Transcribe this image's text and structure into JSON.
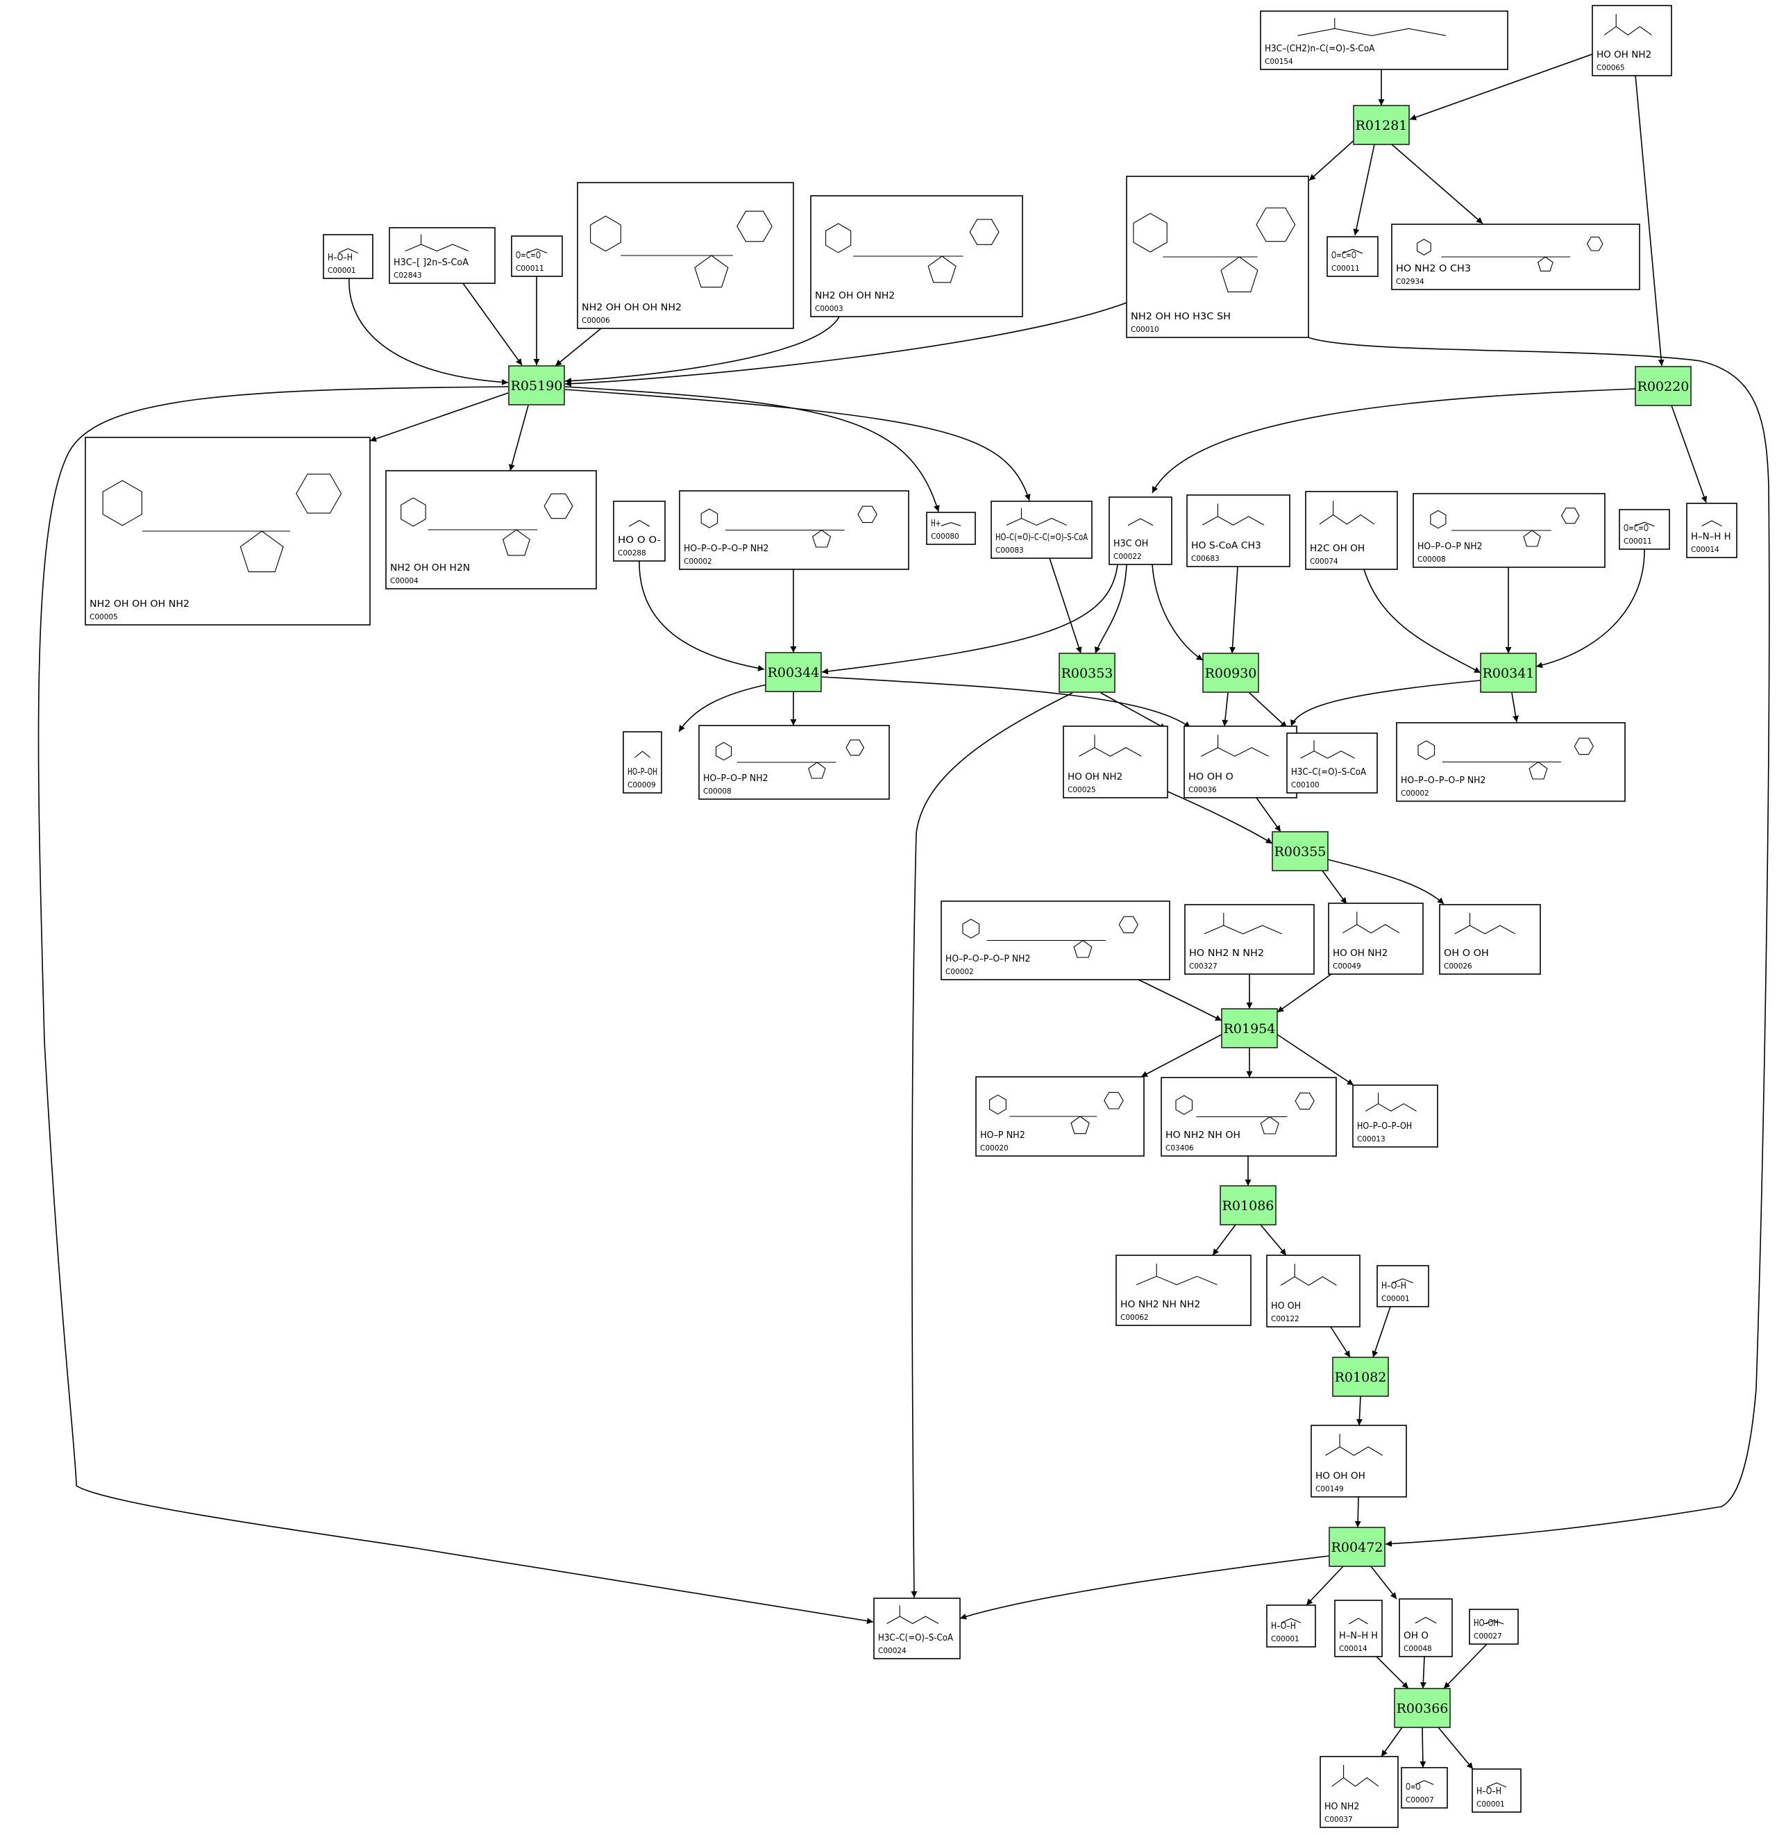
{
  "reactions": [
    {
      "id": "R01281",
      "label": "R01281"
    },
    {
      "id": "R05190",
      "label": "R05190"
    },
    {
      "id": "R00220",
      "label": "R00220"
    },
    {
      "id": "R00344",
      "label": "R00344"
    },
    {
      "id": "R00353",
      "label": "R00353"
    },
    {
      "id": "R00930",
      "label": "R00930"
    },
    {
      "id": "R00341",
      "label": "R00341"
    },
    {
      "id": "R00355",
      "label": "R00355"
    },
    {
      "id": "R01954",
      "label": "R01954"
    },
    {
      "id": "R01086",
      "label": "R01086"
    },
    {
      "id": "R01082",
      "label": "R01082"
    },
    {
      "id": "R00472",
      "label": "R00472"
    },
    {
      "id": "R00366",
      "label": "R00366"
    }
  ],
  "compounds": [
    {
      "key": "c00154",
      "id": "C00154",
      "formula": "H3C–(CH2)n–C(=O)–S-CoA"
    },
    {
      "key": "c00065",
      "id": "C00065",
      "formula": "HO  OH  NH2"
    },
    {
      "key": "c00001_a",
      "id": "C00001",
      "formula": "H–O–H"
    },
    {
      "key": "c02843",
      "id": "C02843",
      "formula": "H3C–[ ]2n–S-CoA"
    },
    {
      "key": "c00011_a",
      "id": "C00011",
      "formula": "O=C=O"
    },
    {
      "key": "c00006",
      "id": "C00006",
      "formula": "NH2  OH  OH  OH  NH2"
    },
    {
      "key": "c00003_a",
      "id": "C00003",
      "formula": "NH2  OH  OH  NH2"
    },
    {
      "key": "c00010",
      "id": "C00010",
      "formula": "NH2  OH  HO  H3C  SH"
    },
    {
      "key": "c00011_b",
      "id": "C00011",
      "formula": "O=C=O"
    },
    {
      "key": "c02934",
      "id": "C02934",
      "formula": "HO  NH2  O  CH3"
    },
    {
      "key": "c00005",
      "id": "C00005",
      "formula": "NH2  OH  OH  OH  NH2"
    },
    {
      "key": "c00004",
      "id": "C00004",
      "formula": "NH2  OH  OH  H2N"
    },
    {
      "key": "c00080",
      "id": "C00080",
      "formula": "H+"
    },
    {
      "key": "c00288",
      "id": "C00288",
      "formula": "HO  O  O-"
    },
    {
      "key": "c00002_a",
      "id": "C00002",
      "formula": "HO–P–O–P–O–P  NH2"
    },
    {
      "key": "c00083",
      "id": "C00083",
      "formula": "HO–C(=O)–C–C(=O)–S-CoA"
    },
    {
      "key": "c00022",
      "id": "C00022",
      "formula": "H3C  OH"
    },
    {
      "key": "c00683",
      "id": "C00683",
      "formula": "HO  S-CoA  CH3"
    },
    {
      "key": "c00074",
      "id": "C00074",
      "formula": "H2C  OH  OH"
    },
    {
      "key": "c00008_a",
      "id": "C00008",
      "formula": "HO–P–O–P  NH2"
    },
    {
      "key": "c00011_c",
      "id": "C00011",
      "formula": "O=C=O"
    },
    {
      "key": "c00014_a",
      "id": "C00014",
      "formula": "H–N–H  H"
    },
    {
      "key": "c00009",
      "id": "C00009",
      "formula": "HO–P–OH"
    },
    {
      "key": "c00008_b",
      "id": "C00008",
      "formula": "HO–P–O–P  NH2"
    },
    {
      "key": "c00025",
      "id": "C00025",
      "formula": "HO  OH  NH2"
    },
    {
      "key": "c00036",
      "id": "C00036",
      "formula": "HO  OH  O"
    },
    {
      "key": "c00100",
      "id": "C00100",
      "formula": "H3C–C(=O)–S-CoA"
    },
    {
      "key": "c00002_b",
      "id": "C00002",
      "formula": "HO–P–O–P–O–P  NH2"
    },
    {
      "key": "c00002_c",
      "id": "C00002",
      "formula": "HO–P–O–P–O–P  NH2"
    },
    {
      "key": "c00327",
      "id": "C00327",
      "formula": "HO  NH2  N  NH2"
    },
    {
      "key": "c00049",
      "id": "C00049",
      "formula": "HO  OH  NH2"
    },
    {
      "key": "c00026",
      "id": "C00026",
      "formula": "OH  O  OH"
    },
    {
      "key": "c00020",
      "id": "C00020",
      "formula": "HO–P  NH2"
    },
    {
      "key": "c03406",
      "id": "C03406",
      "formula": "HO  NH2  NH  OH"
    },
    {
      "key": "c00013",
      "id": "C00013",
      "formula": "HO–P–O–P–OH"
    },
    {
      "key": "c00062",
      "id": "C00062",
      "formula": "HO  NH2  NH  NH2"
    },
    {
      "key": "c00122",
      "id": "C00122",
      "formula": "HO  OH"
    },
    {
      "key": "c00001_b",
      "id": "C00001",
      "formula": "H–O–H"
    },
    {
      "key": "c00149",
      "id": "C00149",
      "formula": "HO  OH  OH"
    },
    {
      "key": "c00024",
      "id": "C00024",
      "formula": "H3C–C(=O)–S-CoA"
    },
    {
      "key": "c00001_c",
      "id": "C00001",
      "formula": "H–O–H"
    },
    {
      "key": "c00014_b",
      "id": "C00014",
      "formula": "H–N–H  H"
    },
    {
      "key": "c00048",
      "id": "C00048",
      "formula": "OH  O"
    },
    {
      "key": "c00027",
      "id": "C00027",
      "formula": "HO–OH"
    },
    {
      "key": "c00037",
      "id": "C00037",
      "formula": "HO  NH2"
    },
    {
      "key": "c00007",
      "id": "C00007",
      "formula": "O=O"
    },
    {
      "key": "c00001_d",
      "id": "C00001",
      "formula": "H–O–H"
    }
  ]
}
